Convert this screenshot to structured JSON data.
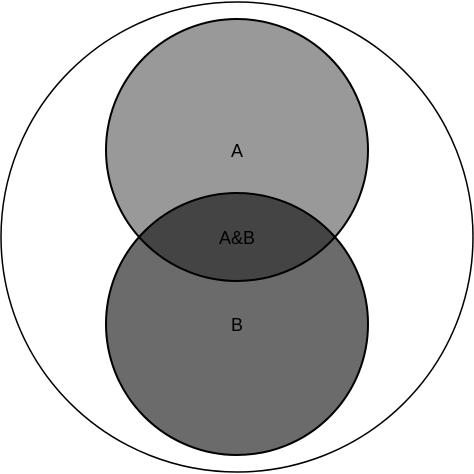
{
  "diagram": {
    "type": "venn",
    "universe": {
      "label": "",
      "fill": "#ffffff",
      "stroke": "#000000"
    },
    "sets": [
      {
        "id": "A",
        "label": "A",
        "fill": "#999999",
        "stroke": "#000000"
      },
      {
        "id": "B",
        "label": "B",
        "fill": "#6b6b6b",
        "stroke": "#000000"
      }
    ],
    "intersection": {
      "label": "A&B",
      "fill": "#444444"
    }
  }
}
